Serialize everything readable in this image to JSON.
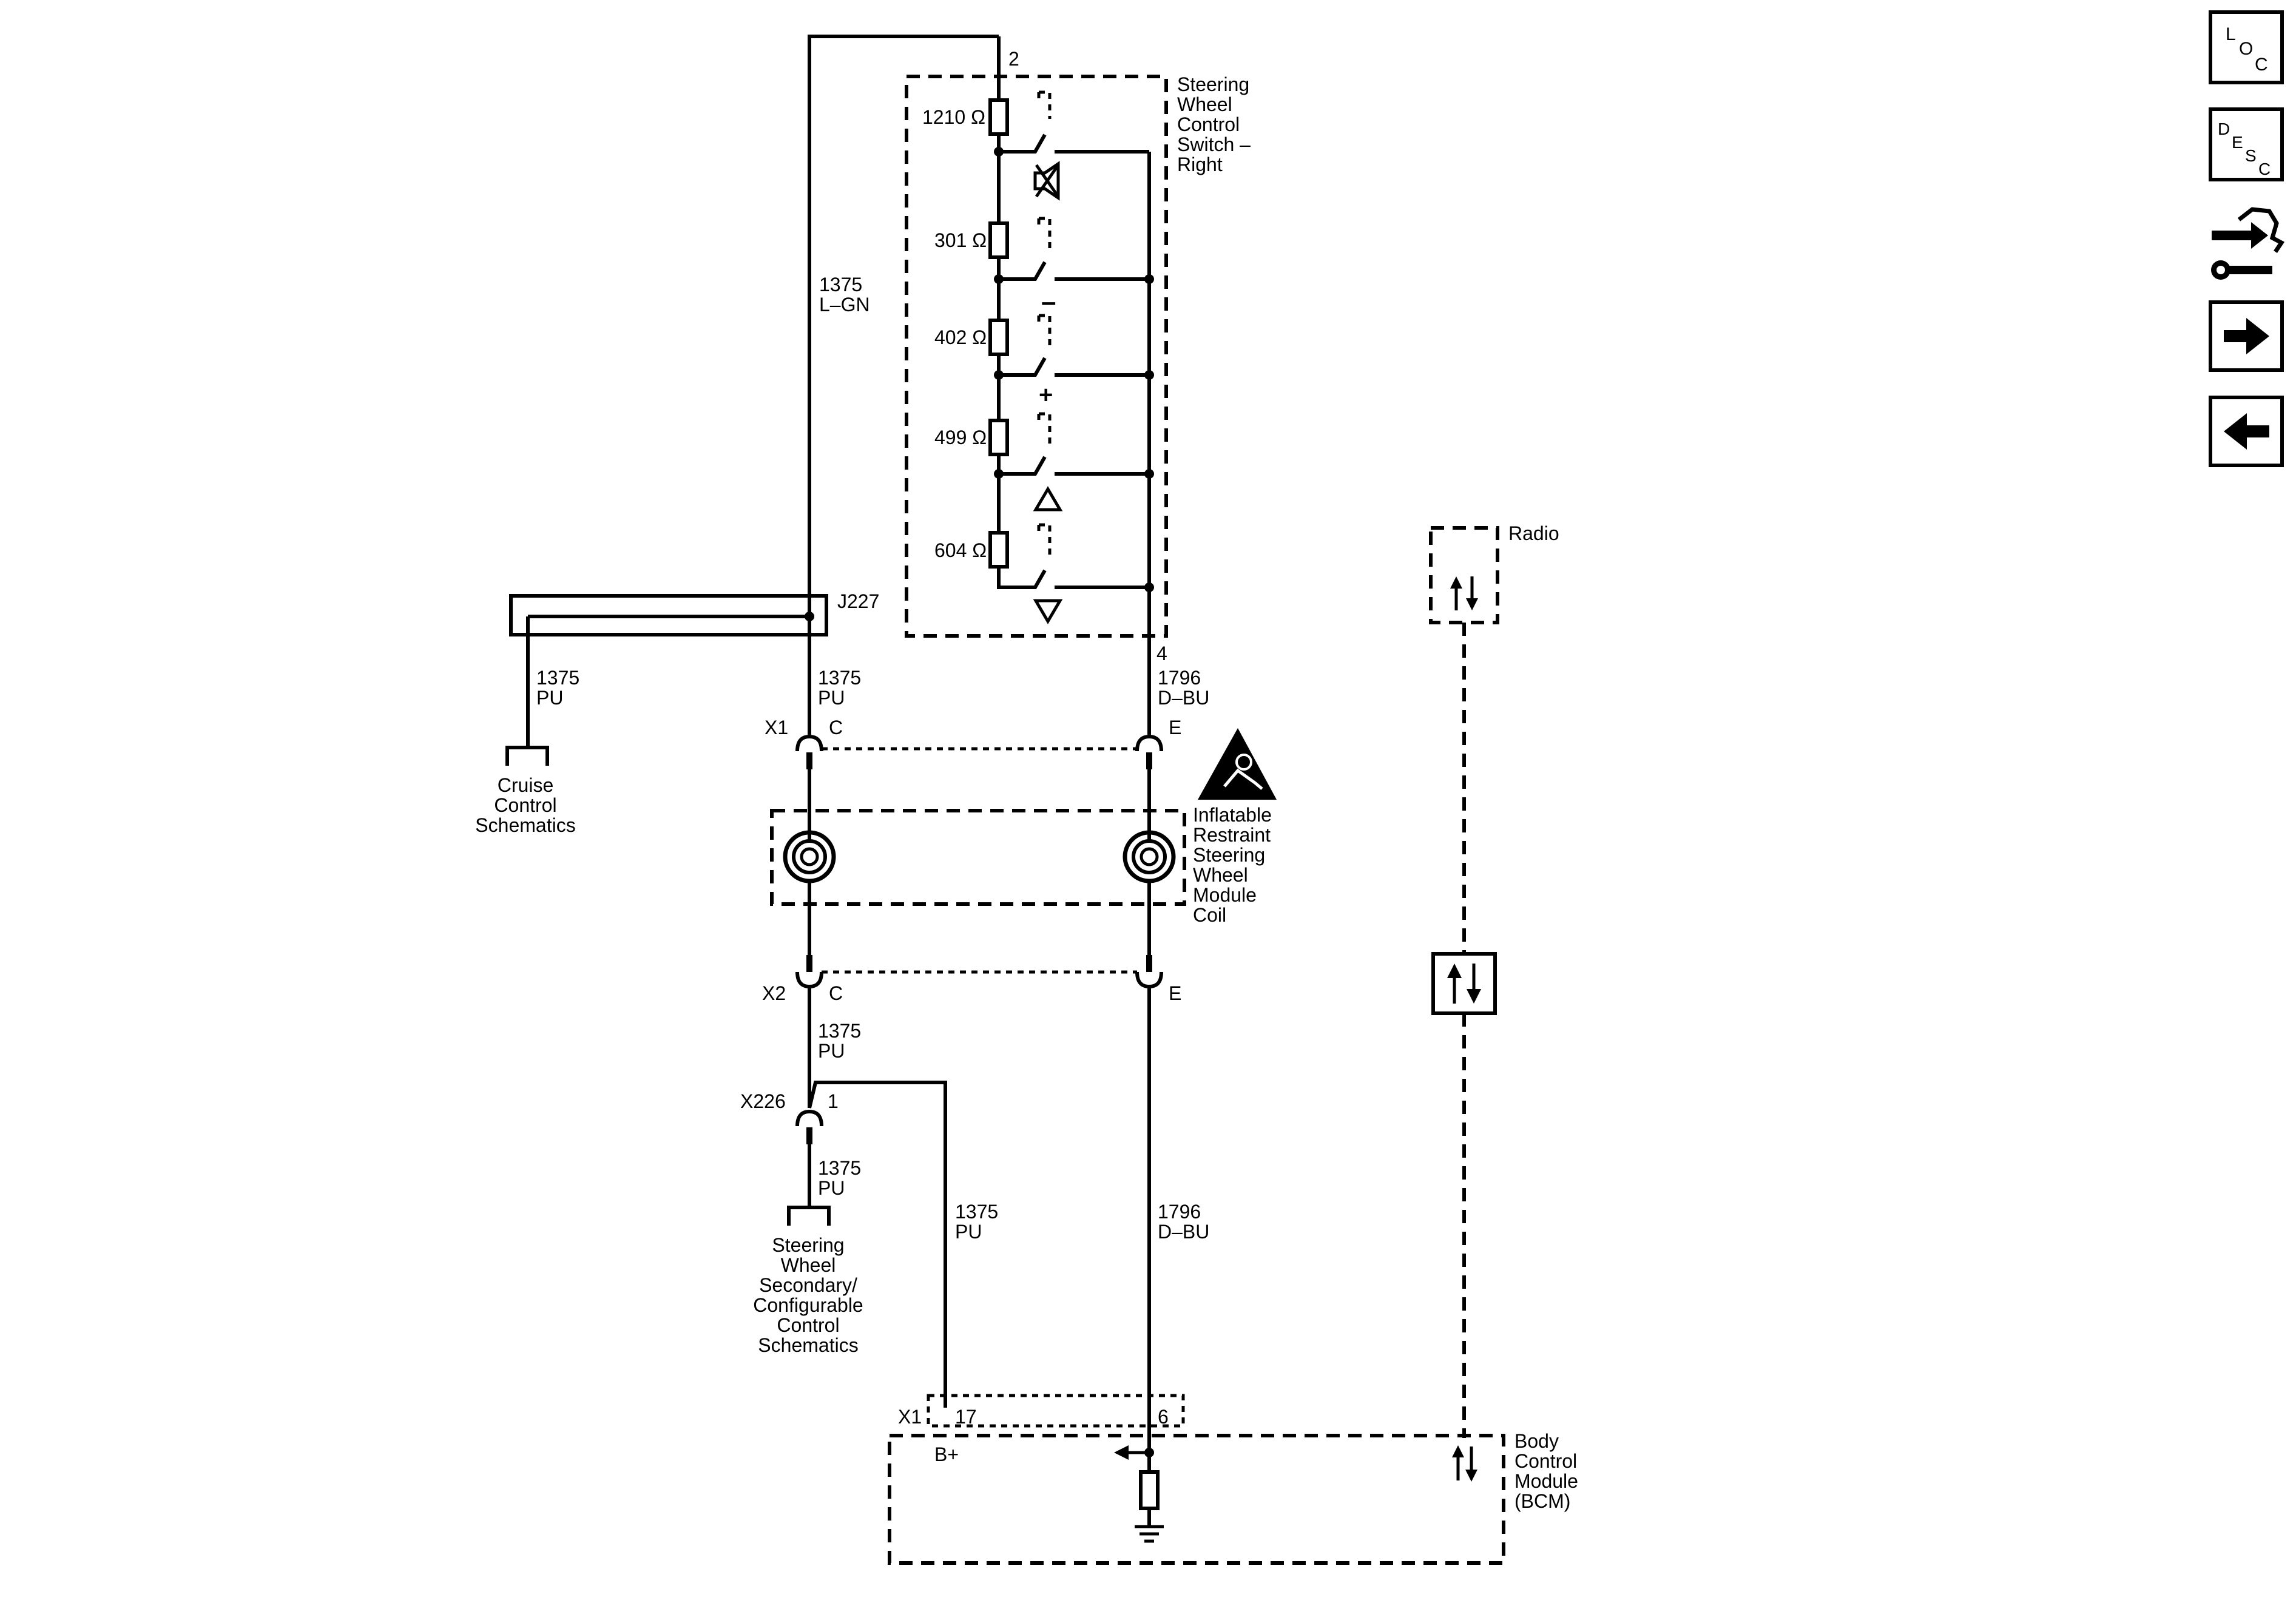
{
  "nav": {
    "loc": {
      "l": "L",
      "o": "O",
      "c": "C"
    },
    "desc": {
      "d": "D",
      "e": "E",
      "s": "S",
      "c": "C"
    }
  },
  "switch": {
    "title": [
      "Steering",
      "Wheel",
      "Control",
      "Switch –",
      "Right"
    ],
    "pin_top": "2",
    "pin_bottom": "4",
    "resistors": [
      "1210 Ω",
      "301 Ω",
      "402 Ω",
      "499 Ω",
      "604 Ω"
    ],
    "button_symbols": {
      "minus": "–",
      "plus": "+"
    }
  },
  "wires": {
    "lgn": {
      "num": "1375",
      "color": "L–GN"
    },
    "pu_cruise": {
      "num": "1375",
      "color": "PU"
    },
    "pu_main": {
      "num": "1375",
      "color": "PU"
    },
    "dbu_top": {
      "num": "1796",
      "color": "D–BU"
    },
    "pu_x2": {
      "num": "1375",
      "color": "PU"
    },
    "pu_sec": {
      "num": "1375",
      "color": "PU"
    },
    "pu_bplus": {
      "num": "1375",
      "color": "PU"
    },
    "dbu_bottom": {
      "num": "1796",
      "color": "D–BU"
    }
  },
  "splice": "J227",
  "cruise": [
    "Cruise",
    "Control",
    "Schematics"
  ],
  "x1": {
    "name": "X1",
    "pin_c": "C",
    "pin_e": "E"
  },
  "x2": {
    "name": "X2",
    "pin_c": "C",
    "pin_e": "E"
  },
  "coil": [
    "Inflatable",
    "Restraint",
    "Steering",
    "Wheel",
    "Module",
    "Coil"
  ],
  "x226": {
    "name": "X226",
    "pin": "1"
  },
  "secondary": [
    "Steering",
    "Wheel",
    "Secondary/",
    "Configurable",
    "Control",
    "Schematics"
  ],
  "radio": "Radio",
  "bcm": {
    "connector": "X1",
    "pin_17": "17",
    "pin_6": "6",
    "bplus": "B+",
    "name": [
      "Body",
      "Control",
      "Module",
      "(BCM)"
    ]
  }
}
